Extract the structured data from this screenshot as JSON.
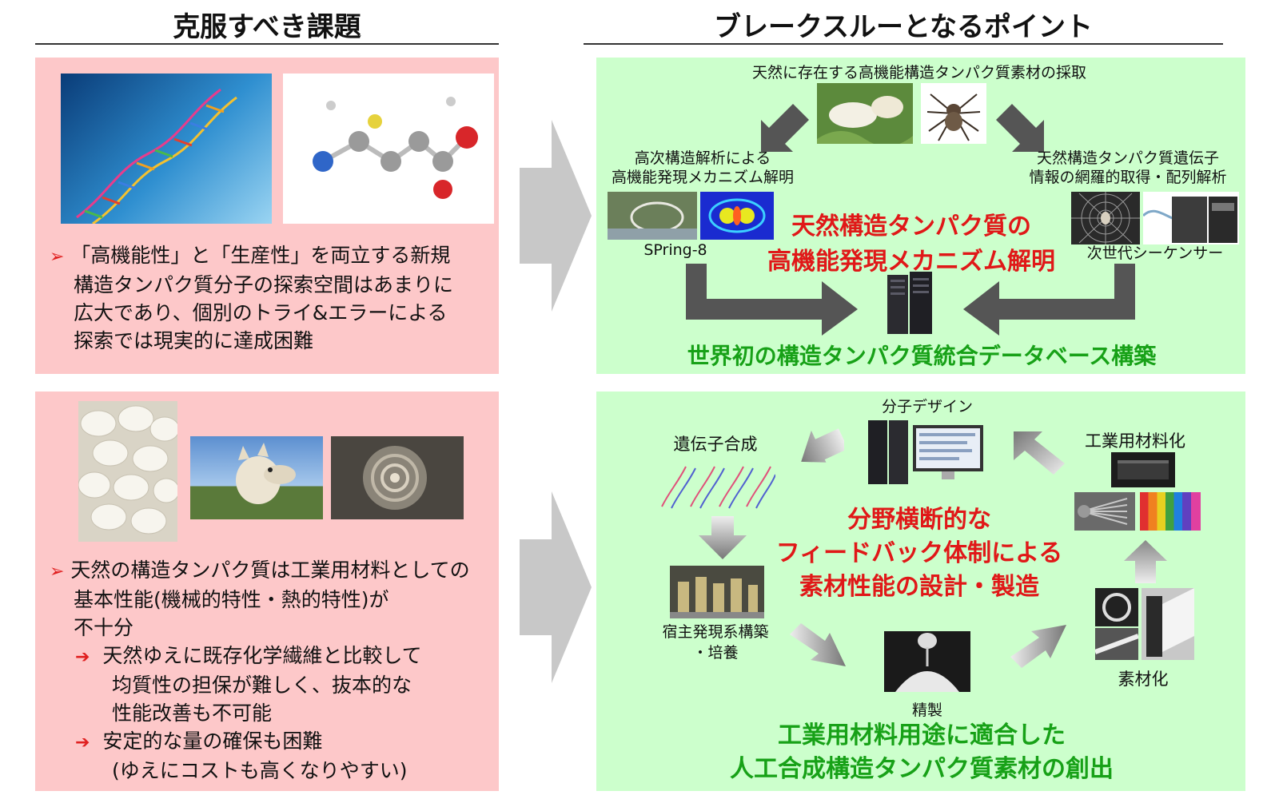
{
  "left": {
    "header": "克服すべき課題",
    "top": {
      "bullet_marker": "➢",
      "lines": [
        "「高機能性」と「生産性」を両立する新規",
        "構造タンパク質分子の探索空間はあまりに",
        "広大であり、個別のトライ&エラーによる",
        "探索では現実的に達成困難"
      ]
    },
    "bottom": {
      "bullet_marker": "➢",
      "lines": [
        "天然の構造タンパク質は工業用材料としての",
        "基本性能(機械的特性・熱的特性)が",
        "不十分"
      ],
      "sub_marker": "➔",
      "sub1": [
        "天然ゆえに既存化学繊維と比較して",
        "均質性の担保が難しく、抜本的な",
        "性能改善も不可能"
      ],
      "sub2": [
        "安定的な量の確保も困難",
        "(ゆえにコストも高くなりやすい)"
      ]
    }
  },
  "right": {
    "header": "ブレークスルーとなるポイント",
    "top": {
      "collect_label": "天然に存在する高機能構造タンパク質素材の採取",
      "analysis_label": [
        "高次構造解析による",
        "高機能発現メカニズム解明"
      ],
      "gene_label": [
        "天然構造タンパク質遺伝子",
        "情報の網羅的取得・配列解析"
      ],
      "spring8_label": "SPring-8",
      "sequencer_label": "次世代シーケンサー",
      "center_red": [
        "天然構造タンパク質の",
        "高機能発現メカニズム解明"
      ],
      "bottom_green": "世界初の構造タンパク質統合データベース構築"
    },
    "bottom": {
      "design_label": "分子デザイン",
      "gene_synth_label": "遺伝子合成",
      "industrial_label": "工業用材料化",
      "host_label": [
        "宿主発現系構築",
        "・培養"
      ],
      "purify_label": "精製",
      "material_label": "素材化",
      "center_red": [
        "分野横断的な",
        "フィードバック体制による",
        "素材性能の設計・製造"
      ],
      "bottom_green": [
        "工業用材料用途に適合した",
        "人工合成構造タンパク質素材の創出"
      ]
    }
  },
  "colors": {
    "pink_panel": "#fdc8c9",
    "green_panel": "#ccffcc",
    "red_text": "#e01818",
    "green_text": "#17a117",
    "arrow_gray": "#c8c8c8"
  }
}
